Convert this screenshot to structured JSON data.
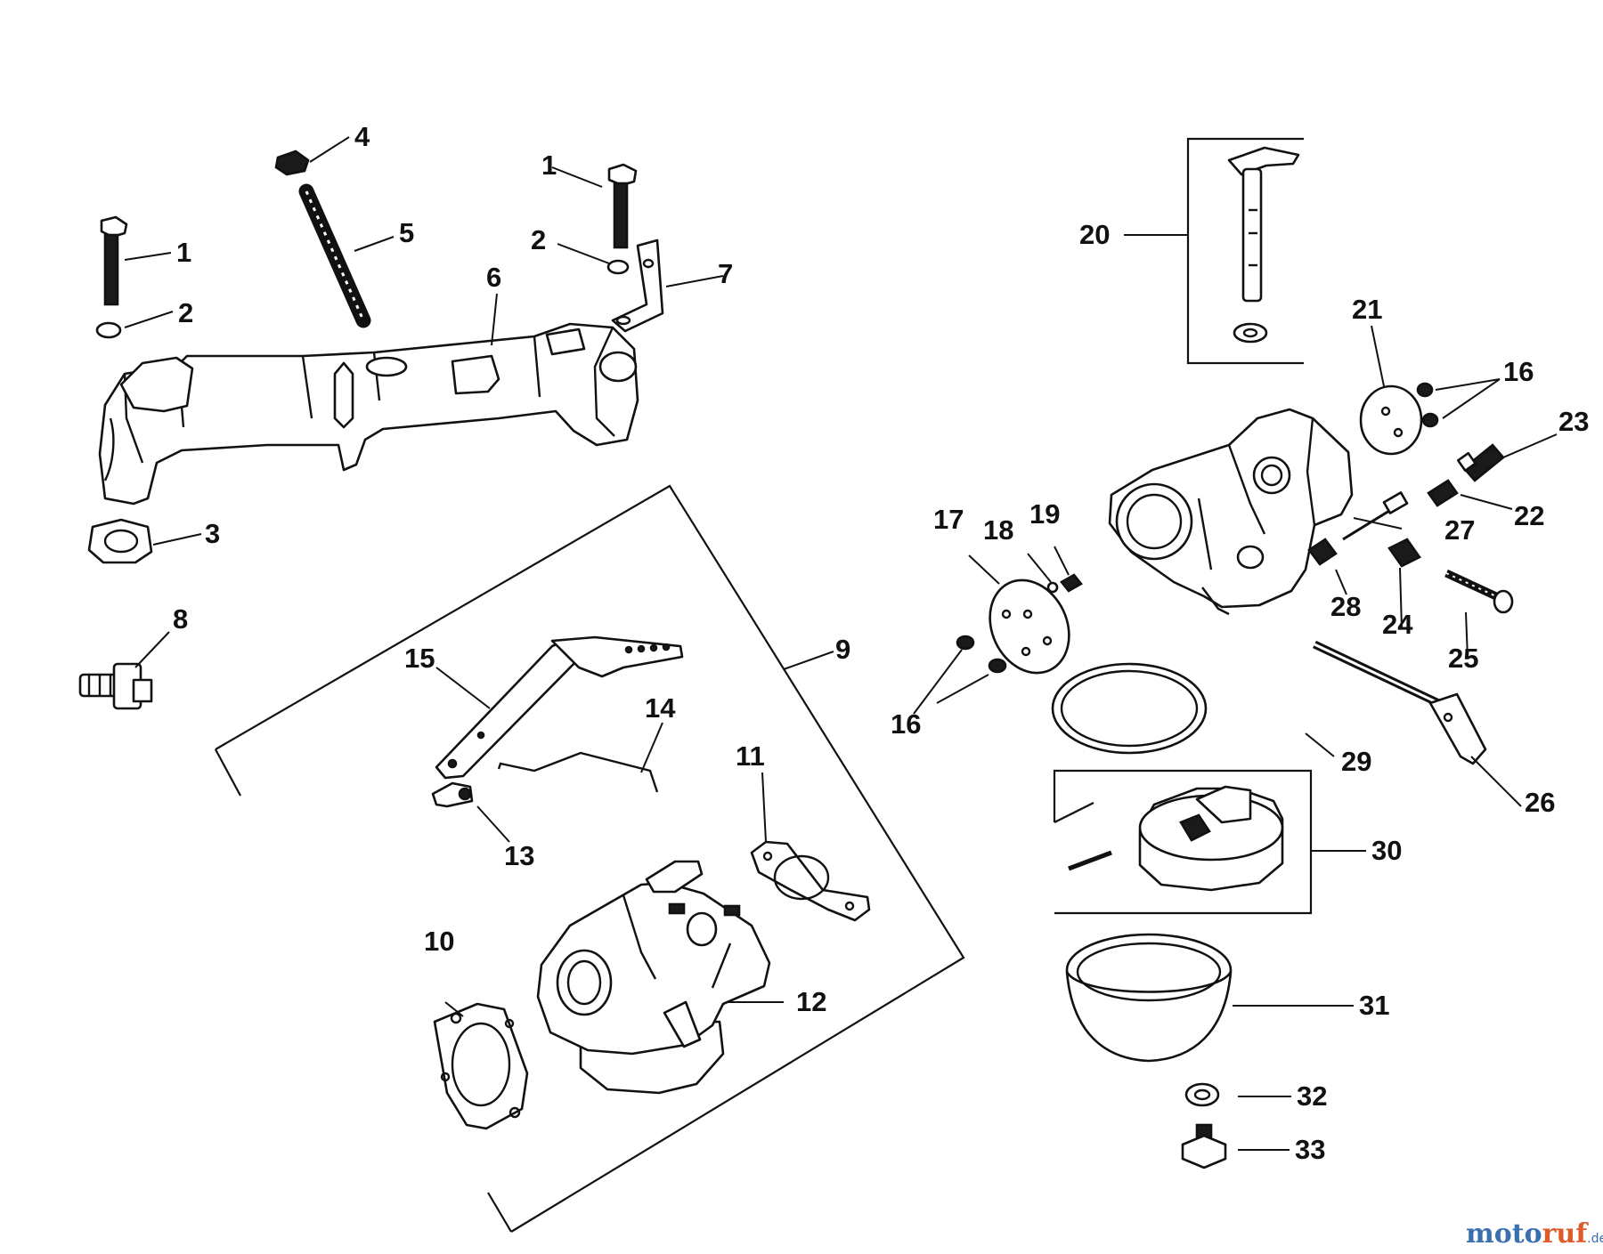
{
  "diagram": {
    "labels": [
      "1",
      "2",
      "3",
      "4",
      "5",
      "6",
      "7",
      "1",
      "2",
      "8",
      "9",
      "10",
      "11",
      "12",
      "13",
      "14",
      "15",
      "16",
      "17",
      "18",
      "19",
      "20",
      "21",
      "16",
      "22",
      "23",
      "24",
      "25",
      "26",
      "27",
      "28",
      "29",
      "30",
      "31",
      "32",
      "33"
    ]
  },
  "watermark": {
    "text_a": "moto",
    "text_b": "ruf",
    "suffix": ".de"
  }
}
